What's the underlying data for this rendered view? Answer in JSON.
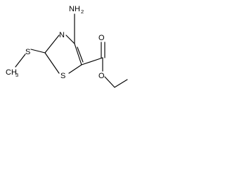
{
  "molecule": {
    "atoms": {
      "amine_n": "NH",
      "amine_h_count": "2",
      "ring_n": "N",
      "ring_s": "S",
      "thioether_s": "S",
      "methyl_c": "CH",
      "methyl_h_count": "3",
      "carbonyl_o": "O",
      "ester_o": "O"
    }
  },
  "colors": {
    "bond": "#000000",
    "background": "#ffffff"
  }
}
